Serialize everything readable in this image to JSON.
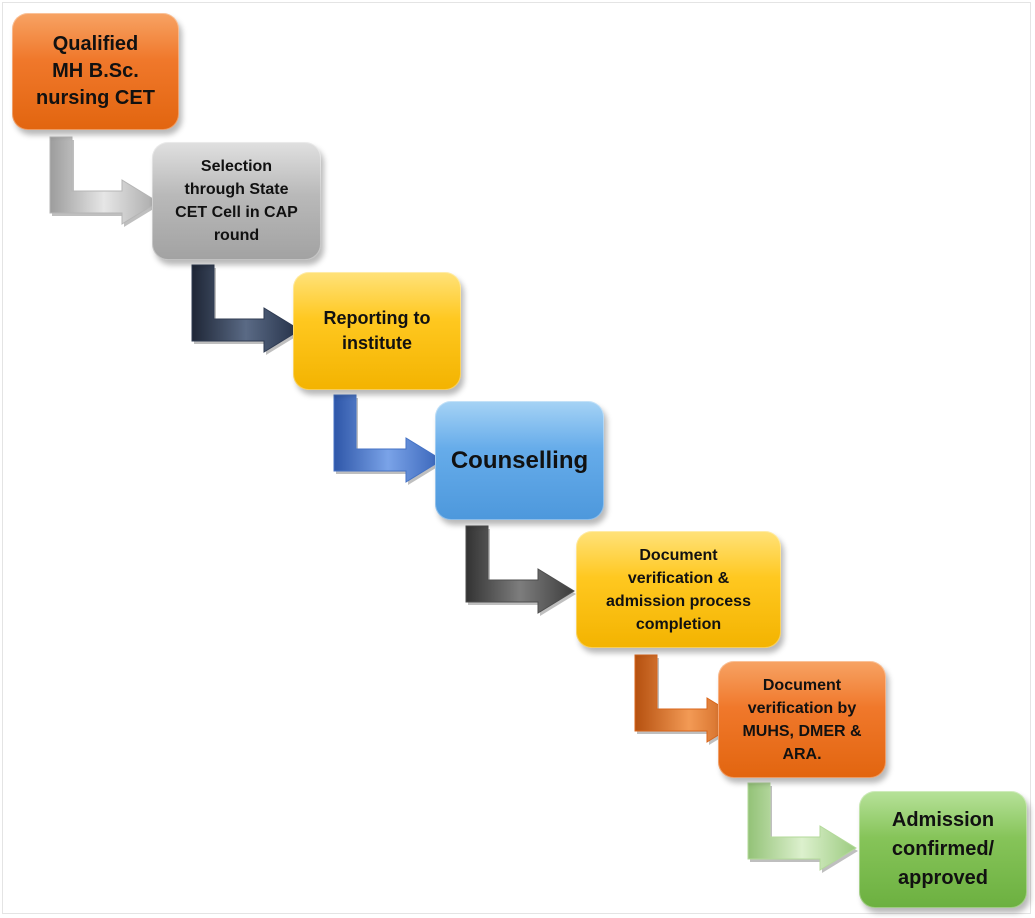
{
  "steps": [
    {
      "id": "qualified",
      "label": "Qualified\nMH B.Sc.\nnursing CET",
      "color": "#f0782b"
    },
    {
      "id": "selection",
      "label": "Selection\nthrough State\nCET Cell in CAP\nround",
      "color": "#b9b9b9"
    },
    {
      "id": "reporting",
      "label": "Reporting to\ninstitute",
      "color": "#ffc820"
    },
    {
      "id": "counselling",
      "label": "Counselling",
      "color": "#66acea"
    },
    {
      "id": "document-verification",
      "label": "Document\nverification &\nadmission process\ncompletion",
      "color": "#ffc820"
    },
    {
      "id": "muhs-verification",
      "label": "Document\nverification by\nMUHS, DMER &\nARA.",
      "color": "#f0782b"
    },
    {
      "id": "admission",
      "label": "Admission\nconfirmed/\napproved",
      "color": "#86c459"
    }
  ],
  "arrow_colors": [
    "#b5b5b5",
    "#2f3b52",
    "#4472c4",
    "#4d4d4d",
    "#d9651a",
    "#b3d99a"
  ]
}
